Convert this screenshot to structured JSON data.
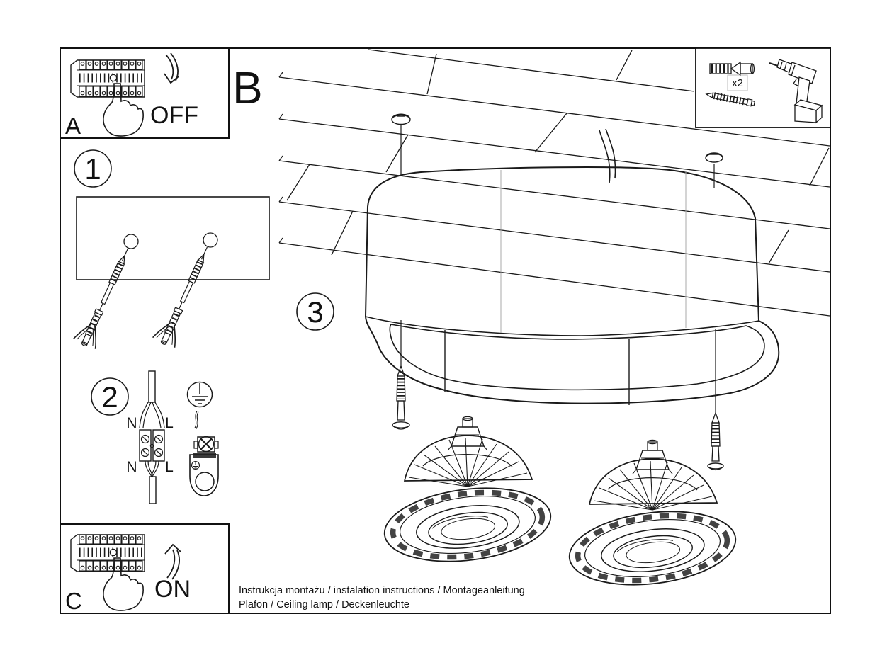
{
  "page": {
    "section_a": {
      "label": "A",
      "switch_label": "OFF"
    },
    "section_b": {
      "label": "B"
    },
    "section_c": {
      "label": "C",
      "switch_label": "ON"
    },
    "parts_box": {
      "count_label": "x2"
    },
    "step1": {
      "number": "1"
    },
    "step2": {
      "number": "2",
      "terminal_labels": {
        "in_n": "N",
        "in_l": "L",
        "out_n": "N",
        "out_l": "L"
      }
    },
    "step3": {
      "number": "3"
    },
    "footer": {
      "line1": "Instrukcja montażu / instalation instructions / Montageanleitung",
      "line2": "Plafon / Ceiling lamp / Deckenleuchte"
    },
    "colors": {
      "ink": "#1a1a1a",
      "paper": "#ffffff",
      "faint": "#a8a8a8"
    }
  }
}
